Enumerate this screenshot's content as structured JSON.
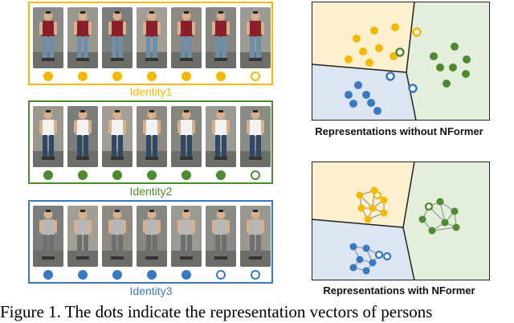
{
  "colors": {
    "identity1": "#f5b800",
    "identity2": "#4e8a2f",
    "identity3": "#3a78c2",
    "bg_yellow": "#fcf0cf",
    "bg_green": "#e3efdb",
    "bg_blue": "#dce6f2"
  },
  "identities": [
    {
      "label": "Identity1",
      "color": "#f5b800",
      "dots": [
        "filled",
        "filled",
        "filled",
        "filled",
        "filled",
        "filled",
        "hollow"
      ],
      "shirt": "#8a1f2a",
      "pants": "#6d8fa8"
    },
    {
      "label": "Identity2",
      "color": "#4e8a2f",
      "dots": [
        "filled",
        "filled",
        "filled",
        "filled",
        "filled",
        "filled",
        "hollow"
      ],
      "shirt": "#f2f2f2",
      "pants": "#2e4866"
    },
    {
      "label": "Identity3",
      "color": "#3a78c2",
      "dots": [
        "filled",
        "filled",
        "filled",
        "filled",
        "filled",
        "hollow",
        "hollow"
      ],
      "shirt": "#b7b7b7",
      "pants": "#6f6f6f"
    }
  ],
  "panels": [
    {
      "caption": "Representations without NFormer"
    },
    {
      "caption": "Representations with NFormer"
    }
  ],
  "figure_caption": "Figure 1.  The dots indicate the representation vectors of persons"
}
